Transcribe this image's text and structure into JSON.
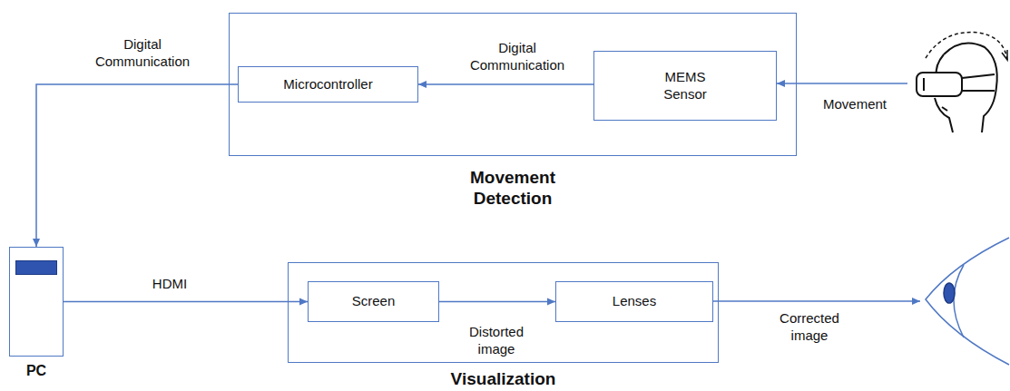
{
  "diagram": {
    "nodes": [
      {
        "text": [
          "Movement Detection"
        ]
      },
      {
        "text": [
          "Microcontroller"
        ],
        "in": 0
      },
      {
        "text": [
          "MEMS Sensor"
        ],
        "in": 0
      },
      {
        "text": [
          "PC"
        ]
      },
      {
        "text": [
          "Visualization"
        ]
      },
      {
        "text": [
          "Screen"
        ],
        "in": 4
      },
      {
        "text": [
          "Lenses"
        ],
        "in": 4
      }
    ],
    "edges": [
      {
        "from": 2,
        "to": 1,
        "arrow": "to",
        "label": "Digital Communication"
      },
      {
        "from": 1,
        "to": 3,
        "arrow": "to",
        "label": "Digital Communication"
      },
      {
        "from": 3,
        "to": 5,
        "arrow": "to",
        "label": "HDMI"
      },
      {
        "from": 5,
        "to": 6,
        "arrow": "to",
        "label": "Distorted image"
      }
    ],
    "labels": [
      "Movement",
      "Corrected image"
    ]
  }
}
